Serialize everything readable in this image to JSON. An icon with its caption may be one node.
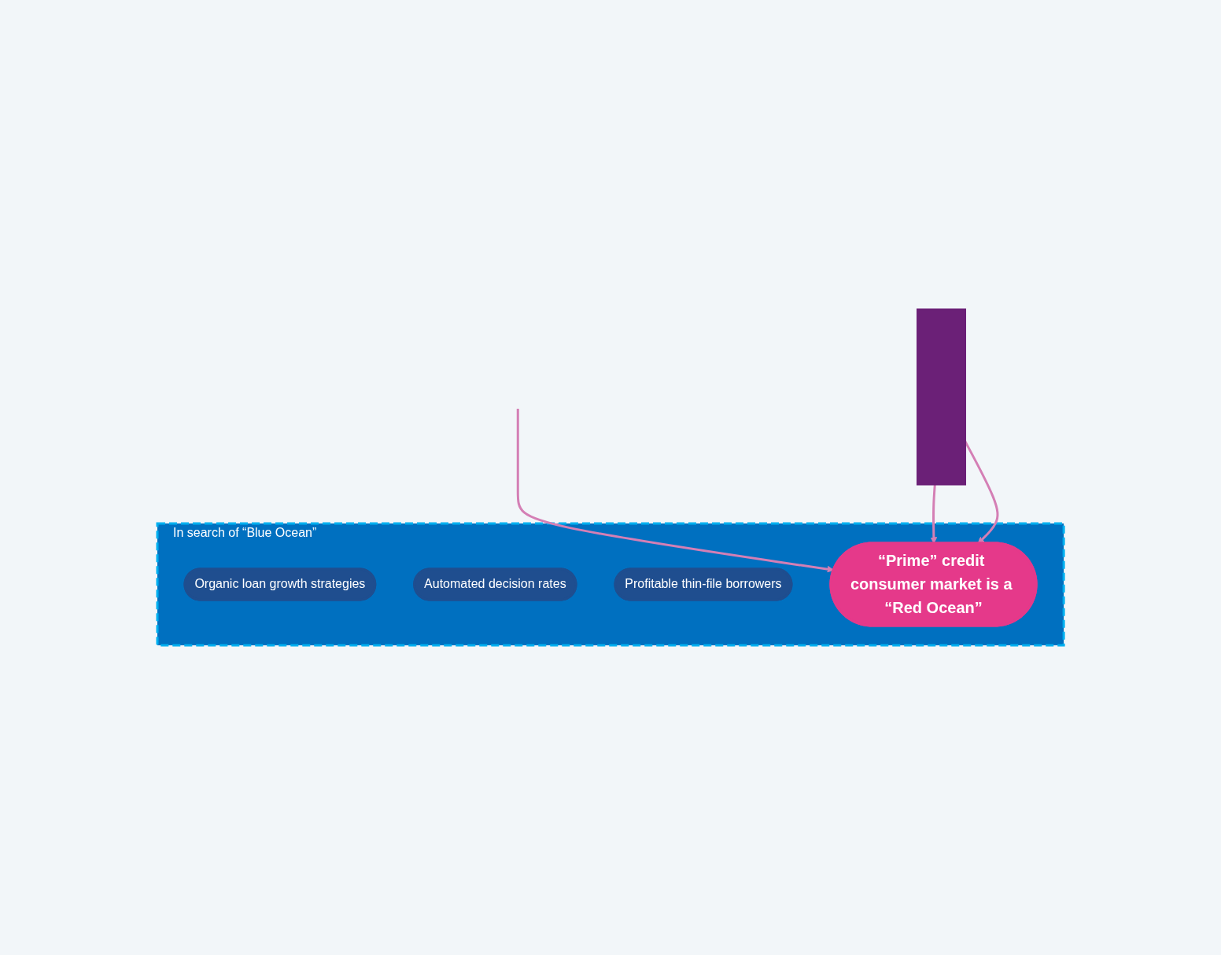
{
  "diagram": {
    "nodes": [
      {
        "text": [
          "In search of “Blue Ocean”"
        ]
      },
      {
        "text": [
          "“Prime” credit consumer market is a “Red Ocean”"
        ],
        "in": 0
      },
      {
        "text": [
          "Organic loan growth strategies"
        ],
        "in": 0
      },
      {
        "text": [
          "Automated decision rates"
        ],
        "in": 0
      },
      {
        "text": [
          "Profitable thin-file borrowers"
        ],
        "in": 0
      },
      {
        "text": [],
        "shape": "bar"
      }
    ],
    "edges": [
      {
        "from": null,
        "to": 1,
        "arrow": "to"
      },
      {
        "from": 5,
        "to": 1,
        "arrow": "to"
      },
      {
        "from": 5,
        "to": 1,
        "arrow": "to"
      }
    ]
  }
}
